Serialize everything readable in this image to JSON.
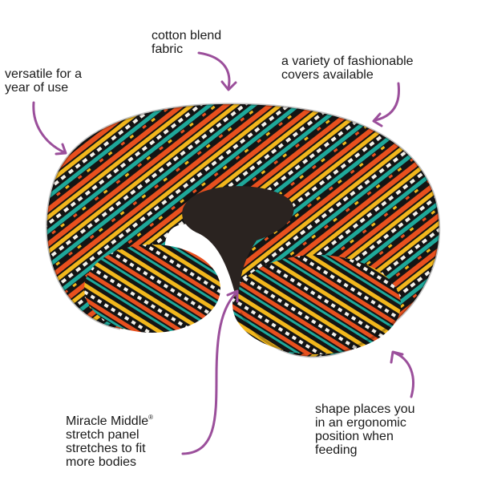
{
  "annotations": {
    "cotton": [
      "cotton blend",
      "fabric"
    ],
    "versatile": [
      "versatile for a",
      "year of use"
    ],
    "covers": [
      "a variety of fashionable",
      "covers available"
    ],
    "miracle": {
      "line1": "Miracle Middle",
      "trademark": "®",
      "rest": [
        "stretch panel",
        "stretches to fit",
        "more bodies"
      ]
    },
    "shape": [
      "shape places you",
      "in an ergonomic",
      "position when",
      "feeding"
    ]
  },
  "colors": {
    "arrow": "#9b4f9b",
    "fabric_base": "#141414",
    "fabric_orange": "#e8501e",
    "fabric_yellow": "#f2b71c",
    "fabric_teal": "#1ea89a",
    "fabric_white": "#f4f1ea"
  },
  "icons": [
    "curved-arrow-icon"
  ]
}
